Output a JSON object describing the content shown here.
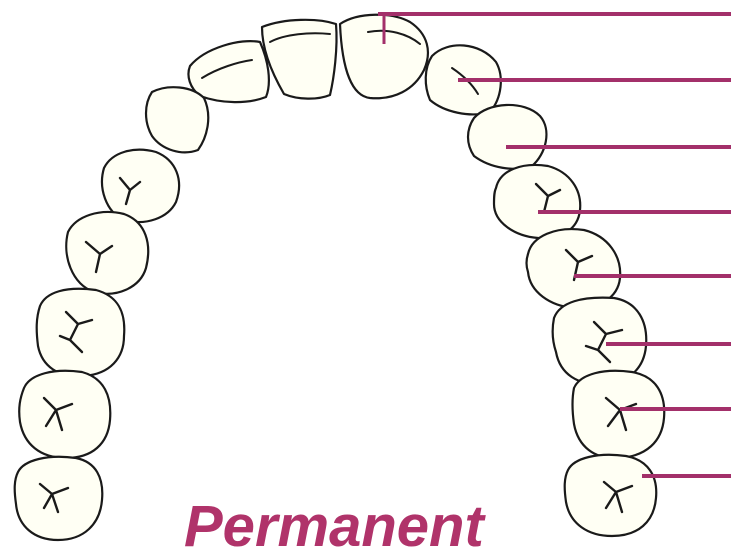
{
  "caption": "Permanent",
  "colors": {
    "leader": "#a3306a",
    "caption": "#b0336a",
    "tooth_fill": "#fffff4",
    "outline": "#1a1a1a"
  },
  "teeth": [
    "central-incisor",
    "lateral-incisor",
    "canine",
    "first-premolar",
    "second-premolar",
    "first-molar",
    "second-molar",
    "third-molar"
  ],
  "leader_count": 8
}
